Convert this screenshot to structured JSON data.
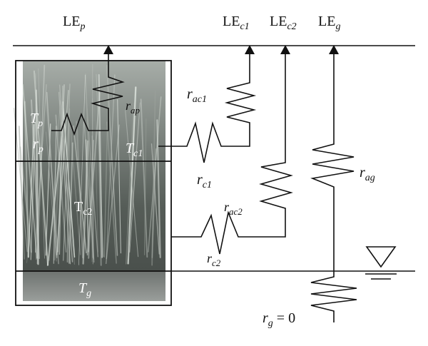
{
  "flux_labels": {
    "le_p": {
      "base": "LE",
      "sub": "p"
    },
    "le_c1": {
      "base": "LE",
      "sub": "c1"
    },
    "le_c2": {
      "base": "LE",
      "sub": "c2"
    },
    "le_g": {
      "base": "LE",
      "sub": "g"
    }
  },
  "layer_labels": {
    "t_p": {
      "base": "T",
      "sub": "p"
    },
    "t_c1": {
      "base": "T",
      "sub": "c1"
    },
    "t_c2": {
      "base": "T",
      "sub": "c2"
    },
    "t_g": {
      "base": "T",
      "sub": "g"
    }
  },
  "resistance_labels": {
    "r_p": {
      "base": "r",
      "sub": "p"
    },
    "r_ap": {
      "base": "r",
      "sub": "ap"
    },
    "r_ac1": {
      "base": "r",
      "sub": "ac1"
    },
    "r_c1": {
      "base": "r",
      "sub": "c1"
    },
    "r_ac2": {
      "base": "r",
      "sub": "ac2"
    },
    "r_c2": {
      "base": "r",
      "sub": "c2"
    },
    "r_ag": {
      "base": "r",
      "sub": "ag"
    },
    "r_g": {
      "base": "r",
      "sub": "g",
      "suffix": " = 0"
    }
  },
  "colors": {
    "line": "#111111",
    "photo_top": "#8f9690",
    "photo_mid": "#5d655f",
    "photo_water": "#8a8e8c"
  },
  "symbols": {
    "water_table": "inverted-triangle-icon"
  }
}
